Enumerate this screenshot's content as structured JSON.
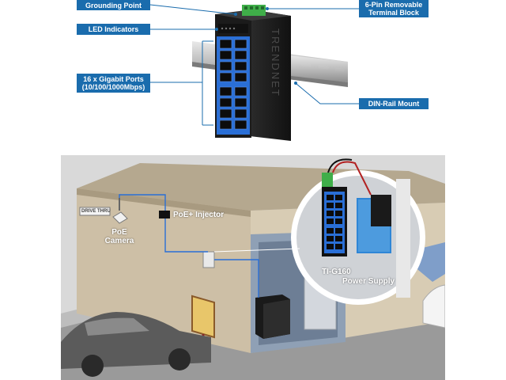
{
  "callouts": {
    "grounding_point": "Grounding Point",
    "led_indicators": "LED Indicators",
    "ports_line1": "16 x Gigabit Ports",
    "ports_line2": "(10/100/1000Mbps)",
    "terminal_line1": "6-Pin Removable",
    "terminal_line2": "Terminal Block",
    "din_rail": "DIN-Rail Mount"
  },
  "device": {
    "brand_vertical": "TRENDNET"
  },
  "scene": {
    "drive_thru_sign": "DRIVE THRU",
    "poe_camera_line1": "PoE",
    "poe_camera_line2": "Camera",
    "poe_injector": "PoE+ Injector",
    "model": "TI-G160",
    "power_supply": "Power Supply"
  },
  "colors": {
    "callout_blue": "#1a6cad",
    "port_blue": "#2a6fd6",
    "terminal_green": "#3fae49"
  }
}
